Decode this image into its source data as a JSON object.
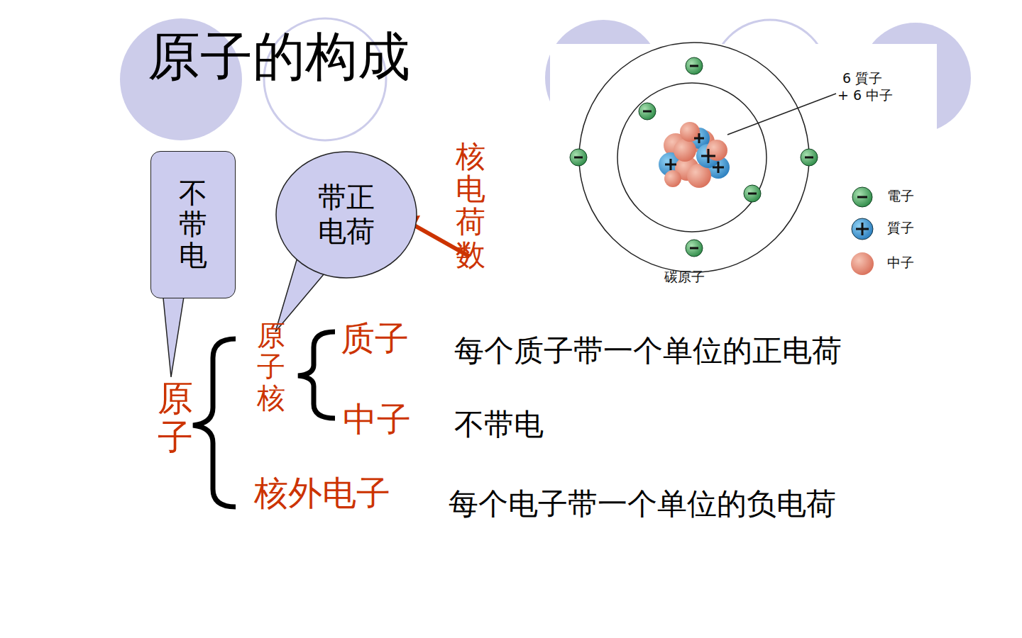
{
  "diagram": {
    "title": "原子的构成",
    "nodes": [
      {
        "text": [
          "不带电"
        ]
      },
      {
        "text": [
          "带正电荷"
        ]
      }
    ],
    "labels": [
      "核电荷数",
      "原子核",
      "质子",
      "中子",
      "原子",
      "核外电子",
      "每个质子带一个单位的正电荷",
      "不带电",
      "每个电子带一个单位的负电荷",
      "6 質子",
      "+ 6 中子",
      "碳原子"
    ],
    "legend": [
      {
        "text": "電子"
      },
      {
        "text": "質子"
      },
      {
        "text": "中子"
      }
    ]
  }
}
